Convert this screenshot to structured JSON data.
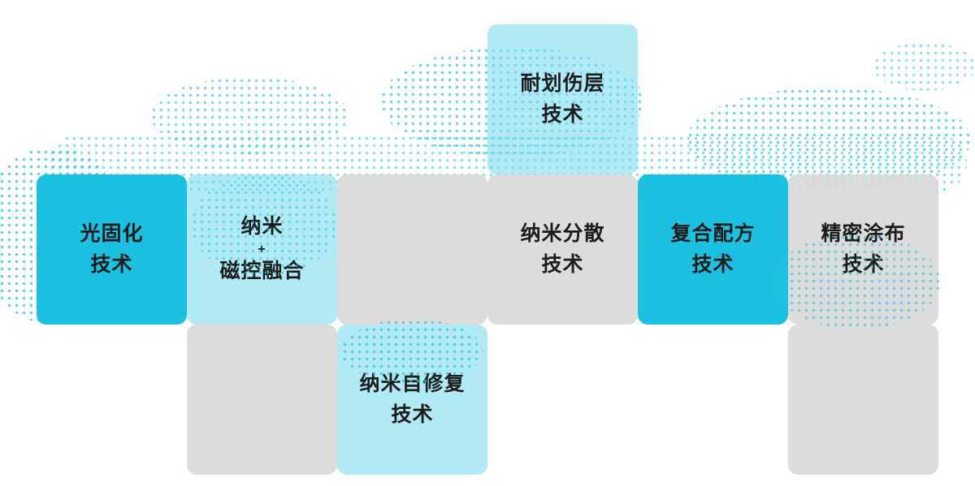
{
  "colors": {
    "bright_cyan": "#10bdde",
    "light_cyan": "#aee8f2",
    "gray": "#dcdcdc",
    "text": "#1c1c1c",
    "map_dot": "#2cc5e1"
  },
  "tiles": [
    {
      "name": "scratch-resistant-layer",
      "style": "light",
      "lines": [
        "耐划伤层",
        "技术"
      ]
    },
    {
      "name": "light-curing",
      "style": "bright",
      "lines": [
        "光固化",
        "技术"
      ]
    },
    {
      "name": "nano-magnetron-fusion",
      "style": "light",
      "lines": [
        "纳米",
        "+",
        "磁控融合"
      ]
    },
    {
      "name": "empty-1",
      "style": "gray",
      "lines": []
    },
    {
      "name": "nano-dispersion",
      "style": "gray",
      "lines": [
        "纳米分散",
        "技术"
      ]
    },
    {
      "name": "composite-formula",
      "style": "bright",
      "lines": [
        "复合配方",
        "技术"
      ]
    },
    {
      "name": "precision-coating",
      "style": "gray",
      "lines": [
        "精密涂布",
        "技术"
      ]
    },
    {
      "name": "empty-2",
      "style": "gray",
      "lines": []
    },
    {
      "name": "nano-self-healing",
      "style": "light",
      "lines": [
        "纳米自修复",
        "技术"
      ]
    },
    {
      "name": "empty-3",
      "style": "gray",
      "lines": []
    }
  ]
}
